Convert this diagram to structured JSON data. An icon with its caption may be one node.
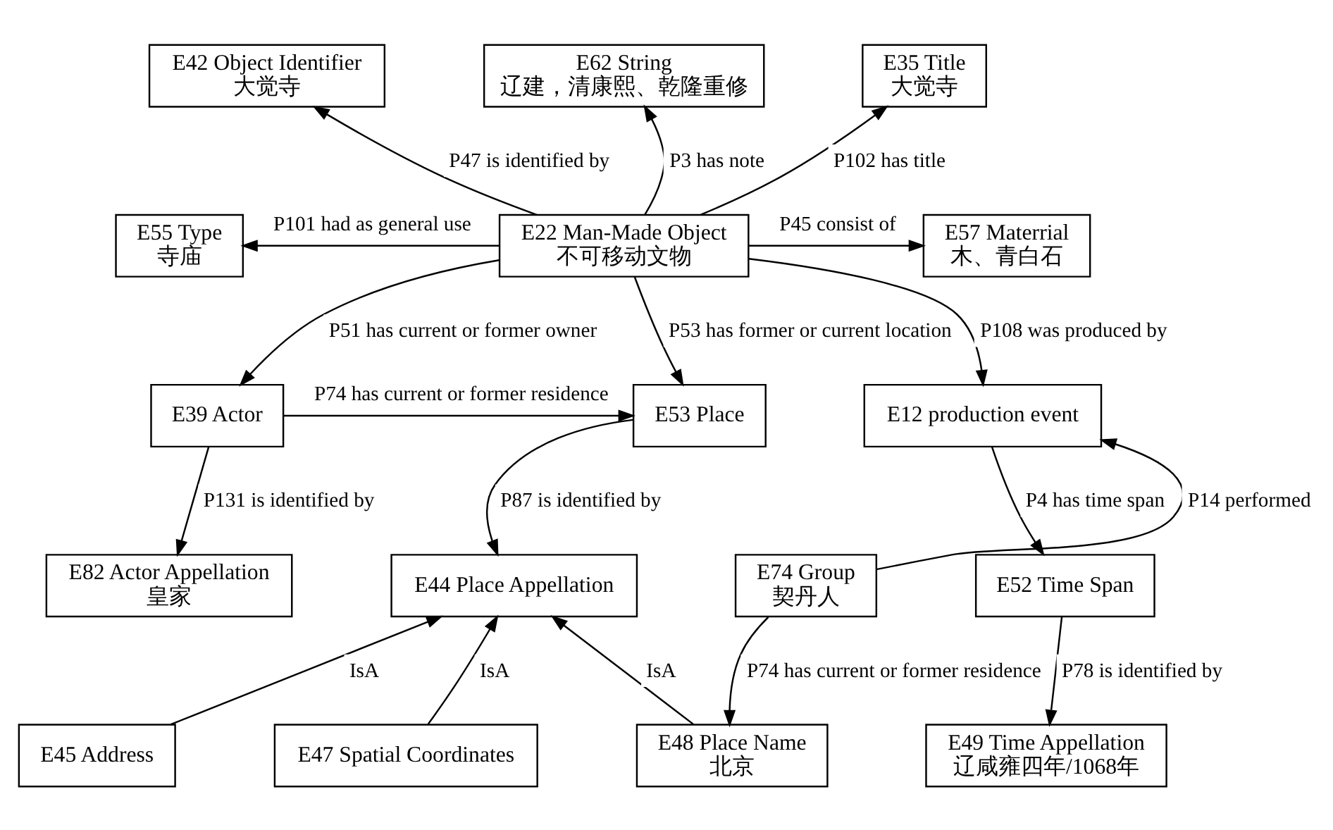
{
  "diagram": {
    "nodes": [
      {
        "text": [
          "E42 Object Identifier",
          "大觉寺"
        ]
      },
      {
        "text": [
          "E62 String",
          "辽建，清康熙、乾隆重修"
        ]
      },
      {
        "text": [
          "E35 Title",
          "大觉寺"
        ]
      },
      {
        "text": [
          "E55 Type",
          "寺庙"
        ]
      },
      {
        "text": [
          "E22 Man-Made Object",
          "不可移动文物"
        ]
      },
      {
        "text": [
          "E57 Materrial",
          "木、青白石"
        ]
      },
      {
        "text": [
          "E39 Actor"
        ]
      },
      {
        "text": [
          "E53 Place"
        ]
      },
      {
        "text": [
          "E12 production event"
        ]
      },
      {
        "text": [
          "E82 Actor Appellation",
          "皇家"
        ]
      },
      {
        "text": [
          "E44 Place Appellation"
        ]
      },
      {
        "text": [
          "E74 Group",
          "契丹人"
        ]
      },
      {
        "text": [
          "E52 Time Span"
        ]
      },
      {
        "text": [
          "E45 Address"
        ]
      },
      {
        "text": [
          "E47 Spatial Coordinates"
        ]
      },
      {
        "text": [
          "E48 Place Name",
          "北京"
        ]
      },
      {
        "text": [
          "E49 Time Appellation",
          "辽咸雍四年/1068年"
        ]
      }
    ],
    "edges": [
      {
        "from": 4,
        "to": 0,
        "arrow": "to",
        "label": "P47 is identified by"
      },
      {
        "from": 4,
        "to": 1,
        "arrow": "to",
        "label": "P3 has note"
      },
      {
        "from": 4,
        "to": 2,
        "arrow": "to",
        "label": "P102 has title"
      },
      {
        "from": 4,
        "to": 3,
        "arrow": "to",
        "label": "P101 had as general use"
      },
      {
        "from": 4,
        "to": 5,
        "arrow": "to",
        "label": "P45 consist of"
      },
      {
        "from": 4,
        "to": 6,
        "arrow": "to",
        "label": "P51 has current or former owner"
      },
      {
        "from": 4,
        "to": 7,
        "arrow": "to",
        "label": "P53 has former or current location"
      },
      {
        "from": 4,
        "to": 8,
        "arrow": "to",
        "label": "P108 was produced by"
      },
      {
        "from": 6,
        "to": 7,
        "arrow": "to",
        "label": "P74 has current or former residence"
      },
      {
        "from": 6,
        "to": 9,
        "arrow": "to",
        "label": "P131 is identified by"
      },
      {
        "from": 7,
        "to": 10,
        "arrow": "to",
        "label": "P87 is identified by"
      },
      {
        "from": 11,
        "to": 8,
        "arrow": "to",
        "label": "P14 performed"
      },
      {
        "from": 8,
        "to": 12,
        "arrow": "to",
        "label": "P4 has time span"
      },
      {
        "from": 12,
        "to": 16,
        "arrow": "to",
        "label": "P78 is identified by"
      },
      {
        "from": 13,
        "to": 10,
        "arrow": "to",
        "label": "IsA"
      },
      {
        "from": 14,
        "to": 10,
        "arrow": "to",
        "label": "IsA"
      },
      {
        "from": 15,
        "to": 10,
        "arrow": "to",
        "label": "IsA"
      },
      {
        "from": 11,
        "to": 15,
        "arrow": "to",
        "label": "P74 has current or former residence"
      }
    ]
  }
}
